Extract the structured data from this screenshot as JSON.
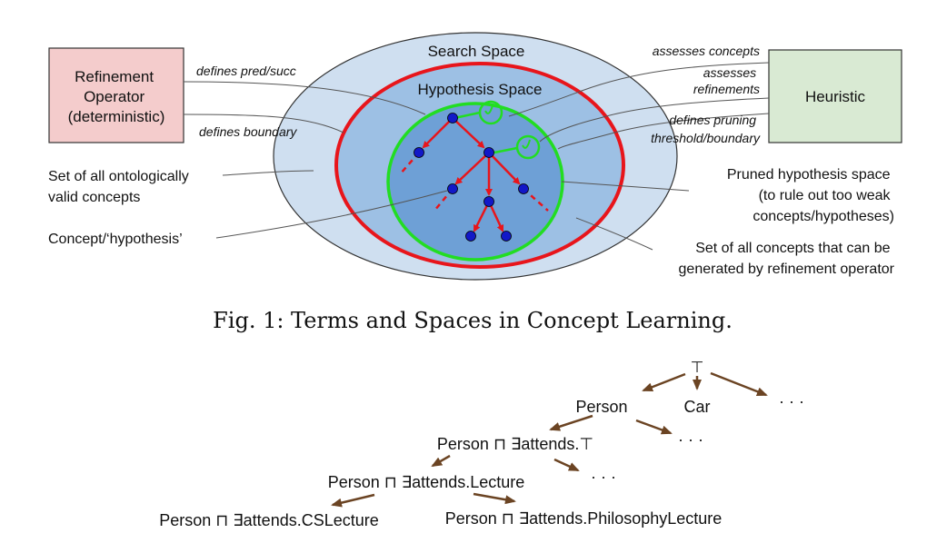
{
  "fig1": {
    "search_space": "Search Space",
    "hypothesis_space": "Hypothesis Space",
    "refinement_operator": [
      "Refinement",
      "Operator",
      "(deterministic)"
    ],
    "heuristic": "Heuristic",
    "defines_pred_succ": "defines pred/succ",
    "defines_boundary": "defines boundary",
    "assesses_concepts": "assesses concepts",
    "assesses_refinements": [
      "assesses",
      "refinements"
    ],
    "defines_pruning": [
      "defines pruning",
      "threshold/boundary"
    ],
    "ontologically_valid": [
      "Set of all ontologically",
      "valid concepts"
    ],
    "concept_hypothesis": "Concept/‘hypothesis’",
    "pruned_space": [
      "Pruned hypothesis space",
      "(to rule out too weak",
      "concepts/hypotheses)"
    ],
    "generated_set": [
      "Set of all concepts that can be",
      "generated by refinement operator"
    ],
    "caption": "Fig. 1: Terms and Spaces in Concept Learning.",
    "colors": {
      "search_fill": "#cfdff0",
      "hypothesis_fill": "#9dc0e4",
      "pruned_fill": "#6ea0d6",
      "red_ring": "#e8151b",
      "green_ring": "#22dd22",
      "node": "#1218c8",
      "refop_fill": "#f4cccc",
      "heuristic_fill": "#d9ead3",
      "tree_arrow": "#6b4423"
    }
  },
  "fig2": {
    "top": "⊤",
    "person": "Person",
    "car": "Car",
    "dots": "· · ·",
    "level1": "Person ⊓ ∃attends.⊤",
    "level2": "Person ⊓ ∃attends.Lecture",
    "cs": "Person ⊓ ∃attends.CSLecture",
    "philosophy": "Person ⊓ ∃attends.PhilosophyLecture"
  }
}
